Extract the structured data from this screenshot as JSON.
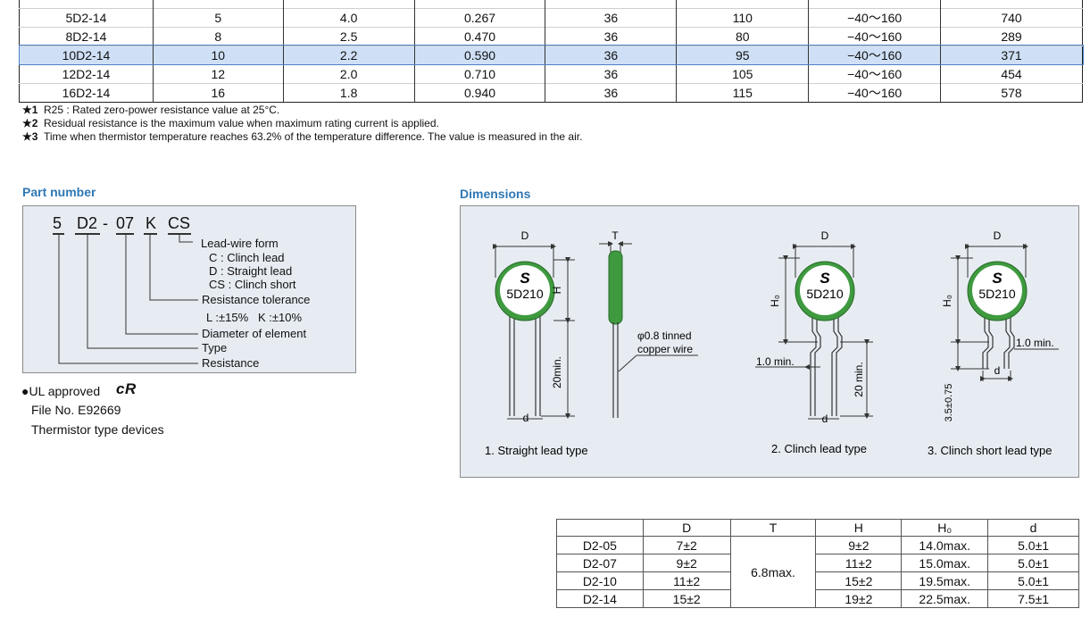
{
  "spec_table": {
    "rows": [
      [
        "5D2-14",
        "5",
        "4.0",
        "0.267",
        "36",
        "110",
        "−40～160",
        "740"
      ],
      [
        "8D2-14",
        "8",
        "2.5",
        "0.470",
        "36",
        "80",
        "−40～160",
        "289"
      ],
      [
        "10D2-14",
        "10",
        "2.2",
        "0.590",
        "36",
        "95",
        "−40～160",
        "371"
      ],
      [
        "12D2-14",
        "12",
        "2.0",
        "0.710",
        "36",
        "105",
        "−40～160",
        "454"
      ],
      [
        "16D2-14",
        "16",
        "1.8",
        "0.940",
        "36",
        "115",
        "−40～160",
        "578"
      ]
    ],
    "highlight_row": 2
  },
  "notes": [
    {
      "mark": "★1",
      "text": "R25 : Rated zero-power resistance value at 25°C."
    },
    {
      "mark": "★2",
      "text": "Residual resistance is the maximum value when maximum rating current is applied."
    },
    {
      "mark": "★3",
      "text": "Time when thermistor temperature reaches 63.2% of the temperature difference. The value is measured in the air."
    }
  ],
  "part_number": {
    "title": "Part number",
    "code": [
      "5",
      "D2",
      "-",
      "07",
      "K",
      "CS"
    ],
    "lead_wire_form": "Lead-wire form",
    "clinch_lead": "C : Clinch lead",
    "straight_lead": "D : Straight lead",
    "clinch_short": "CS : Clinch short",
    "resistance_tolerance": "Resistance tolerance",
    "tolerance_values": "L :±15%   K :±10%",
    "diameter": "Diameter of element",
    "type": "Type",
    "resistance": "Resistance"
  },
  "ul": {
    "approved": "●UL approved",
    "file_no": "File No. E92669",
    "devices": "Thermistor type devices"
  },
  "dimensions": {
    "title": "Dimensions",
    "marking": "5D210",
    "logo": "S",
    "label_D": "D",
    "label_T": "T",
    "label_H": "H",
    "label_H0": "H₀",
    "label_d": "d",
    "label_20min": "20min.",
    "label_20min_sp": "20 min.",
    "label_1min": "1.0 min.",
    "label_35": "3.5±0.75",
    "wire_line1": "φ0.8 tinned",
    "wire_line2": "copper wire",
    "caption1": "1. Straight lead type",
    "caption2": "2. Clinch lead type",
    "caption3": "3. Clinch short lead type"
  },
  "dims_table": {
    "headers": [
      "",
      "D",
      "T",
      "H",
      "H₀",
      "d"
    ],
    "t_value": "6.8max.",
    "rows": [
      {
        "name": "D2-05",
        "D": "7±2",
        "H": "9±2",
        "H0": "14.0max.",
        "d": "5.0±1"
      },
      {
        "name": "D2-07",
        "D": "9±2",
        "H": "11±2",
        "H0": "15.0max.",
        "d": "5.0±1"
      },
      {
        "name": "D2-10",
        "D": "11±2",
        "H": "15±2",
        "H0": "19.5max.",
        "d": "5.0±1"
      },
      {
        "name": "D2-14",
        "D": "15±2",
        "H": "19±2",
        "H0": "22.5max.",
        "d": "7.5±1"
      }
    ]
  },
  "colors": {
    "accent": "#2f78b4",
    "panel": "#e7ecf2",
    "highlight": "#cfe0f6",
    "body_green": "#3f9a3f"
  }
}
